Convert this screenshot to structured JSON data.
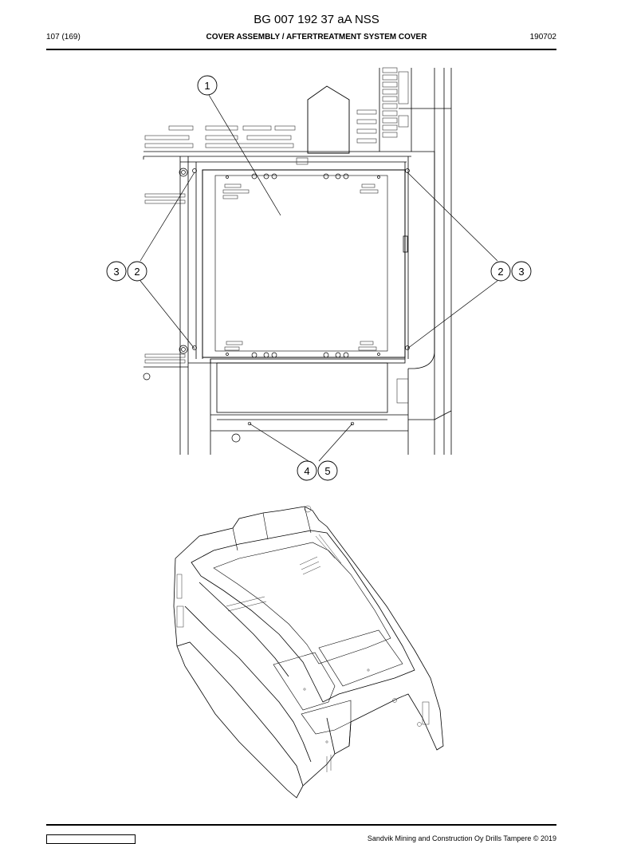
{
  "document": {
    "title": "BG 007 192 37 aA NSS",
    "page": "107 (169)",
    "section": "COVER ASSEMBLY / AFTERTREATMENT SYSTEM COVER",
    "date_code": "190702",
    "copyright": "Sandvik Mining and Construction Oy Drills Tampere © 2019"
  },
  "callouts": [
    {
      "id": "callout-1",
      "label": "1"
    },
    {
      "id": "callout-3-left",
      "label": "3"
    },
    {
      "id": "callout-2-left",
      "label": "2"
    },
    {
      "id": "callout-2-right",
      "label": "2"
    },
    {
      "id": "callout-3-right",
      "label": "3"
    },
    {
      "id": "callout-4",
      "label": "4"
    },
    {
      "id": "callout-5",
      "label": "5"
    }
  ],
  "colors": {
    "line": "#000000",
    "paper": "#ffffff",
    "detail": "#555555"
  }
}
